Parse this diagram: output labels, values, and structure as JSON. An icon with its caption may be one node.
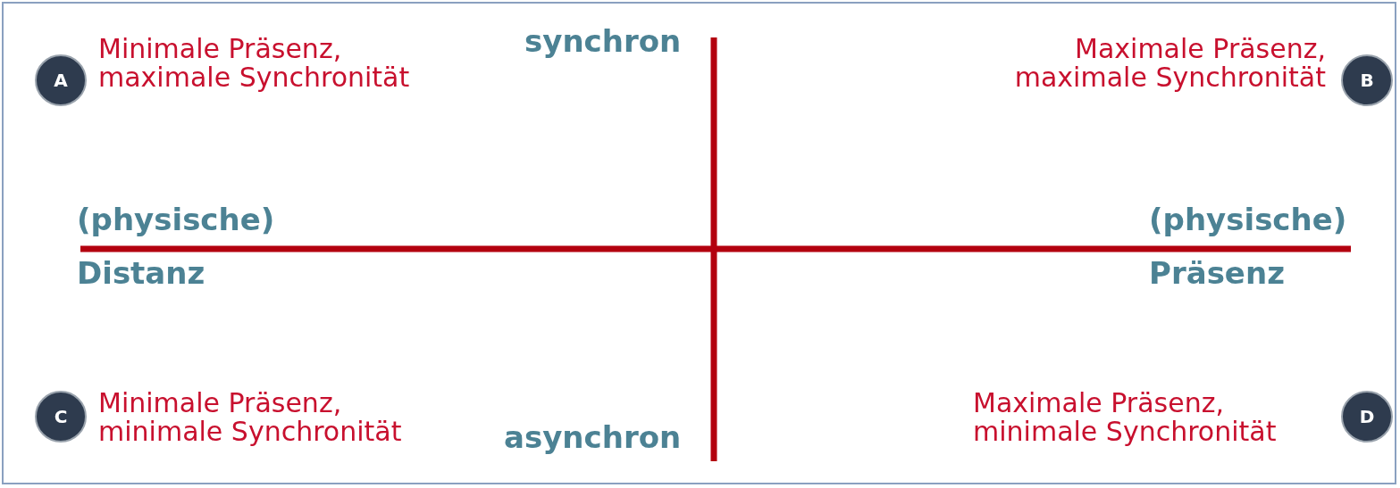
{
  "diagram": {
    "nodes": [
      {
        "text": [
          "A"
        ],
        "beside": [
          "Minimale Präsenz, maximale Synchronität"
        ]
      },
      {
        "text": [
          "B"
        ],
        "beside": [
          "Maximale Präsenz, maximale Synchronität"
        ]
      },
      {
        "text": [
          "C"
        ],
        "beside": [
          "Minimale Präsenz, minimale Synchronität"
        ]
      },
      {
        "text": [
          "D"
        ],
        "beside": [
          "Maximale Präsenz, minimale Synchronität"
        ]
      }
    ],
    "edges": [],
    "labels": [
      "synchron",
      "(physische)",
      "(physische)",
      "Distanz",
      "Präsenz",
      "asynchron"
    ]
  }
}
